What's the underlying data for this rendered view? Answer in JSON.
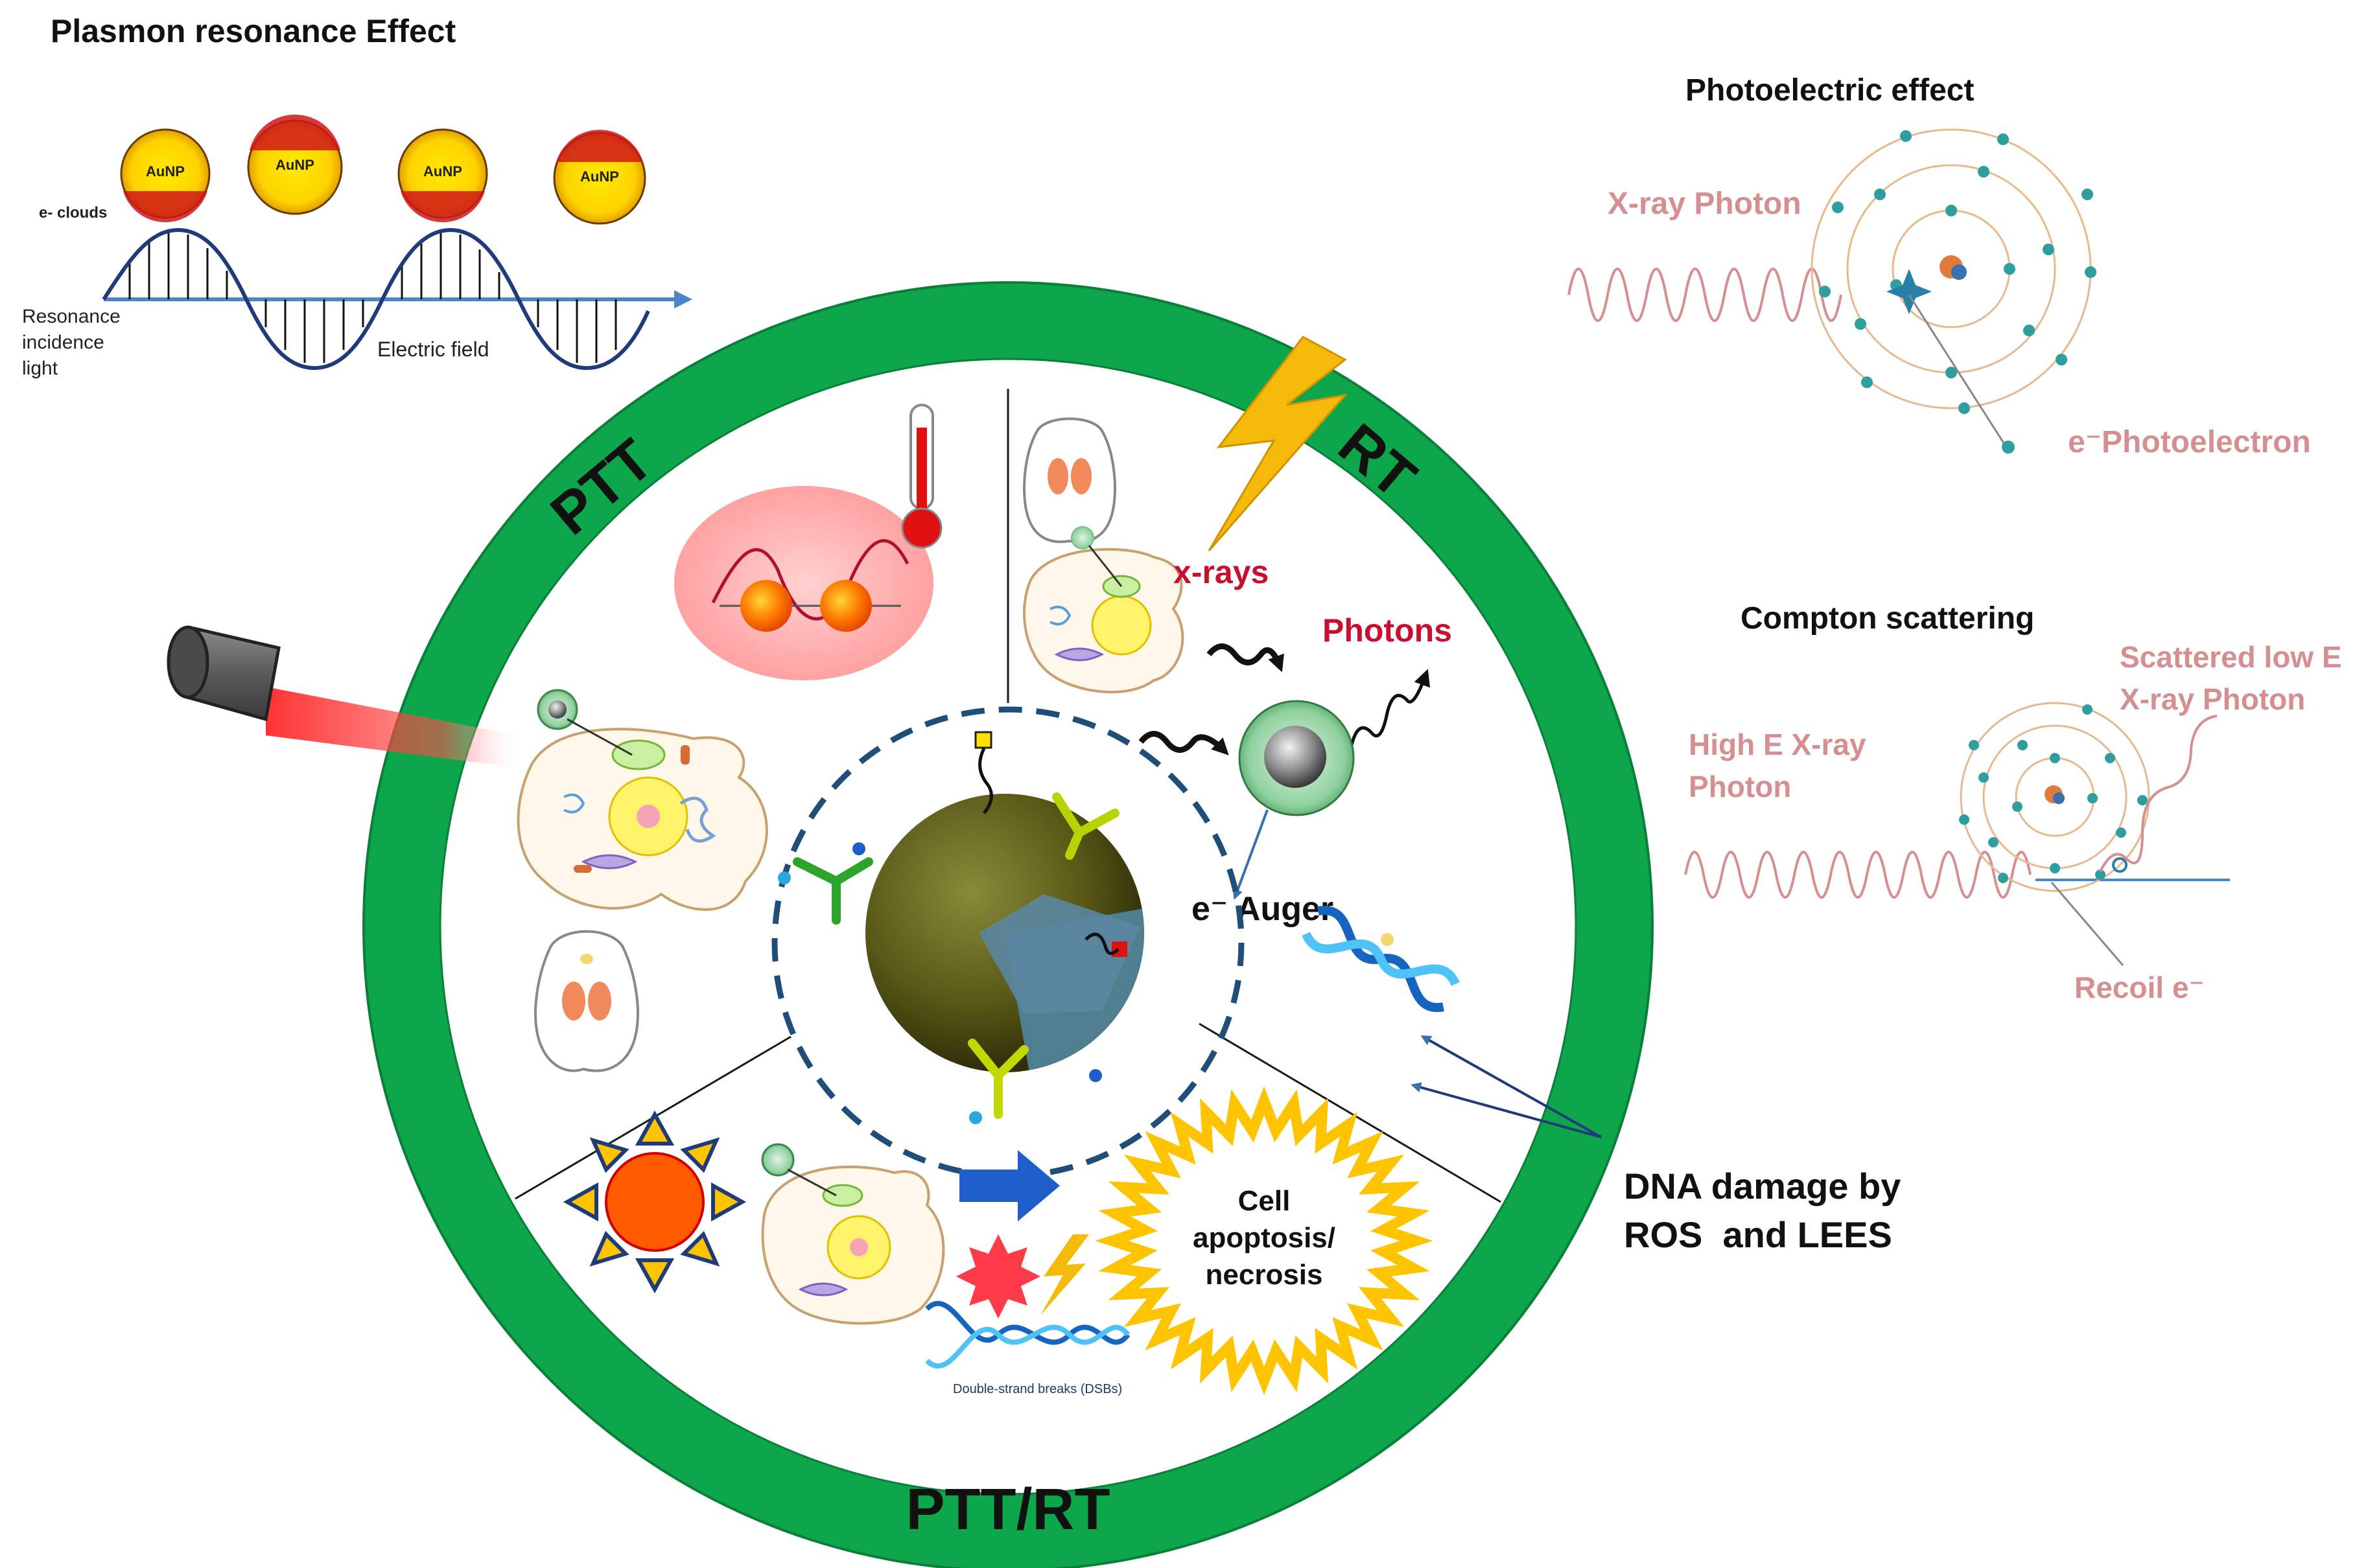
{
  "panels": {
    "plasmon": {
      "title": "Plasmon resonance Effect",
      "particle_label": "AuNP",
      "e_clouds_label": "e- clouds",
      "resonance_label": [
        "Resonance",
        "incidence",
        "light"
      ],
      "electric_field_label": "Electric field"
    },
    "photoelectric": {
      "title": "Photoelectric effect",
      "xray_photon_label": "X-ray Photon",
      "photoelectron_label": "e⁻Photoelectron"
    },
    "compton": {
      "title": "Compton scattering",
      "high_e_label": [
        "High E X-ray",
        "Photon"
      ],
      "scattered_label": [
        "Scattered low E",
        "X-ray Photon"
      ],
      "recoil_label": "Recoil e⁻"
    }
  },
  "wheel": {
    "ptt_label": "PTT",
    "rt_label": "RT",
    "ptt_rt_label": "PTT/RT",
    "xrays_label": "x-rays",
    "photons_label": "Photons",
    "auger_label": "e⁻ Auger",
    "cell_death_label": [
      "Cell",
      "apoptosis/",
      "necrosis"
    ],
    "dsb_label": "Double-strand breaks (DSBs)",
    "ring_color": "#0ea64a"
  },
  "callouts": {
    "dna_damage": [
      "DNA damage by",
      "ROS  and LEES"
    ]
  },
  "icons": {
    "laser": "laser-icon",
    "thermometer": "thermometer-icon",
    "lightning": "lightning-icon",
    "nanoparticle": "nanoparticle-icon",
    "cell": "cell-icon",
    "mouse": "mouse-icon",
    "dna": "dna-helix-icon",
    "sun": "sun-icon",
    "arrow": "arrow-right-icon"
  }
}
